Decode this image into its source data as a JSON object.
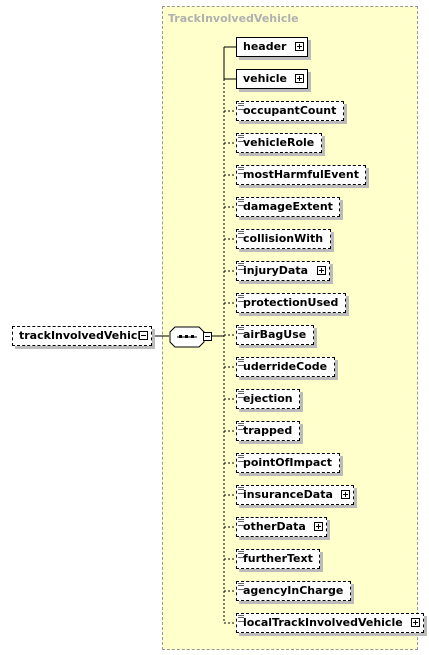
{
  "type_label": "TrackInvolvedVehicle",
  "root": {
    "label": "trackInvolvedVehicle",
    "expanded": true
  },
  "sequence": {
    "kind": "sequence",
    "expanded": true
  },
  "children": [
    {
      "label": "header",
      "required": true,
      "documented": false,
      "expandable": true
    },
    {
      "label": "vehicle",
      "required": true,
      "documented": false,
      "expandable": true
    },
    {
      "label": "occupantCount",
      "required": false,
      "documented": true,
      "expandable": false
    },
    {
      "label": "vehicleRole",
      "required": false,
      "documented": true,
      "expandable": false
    },
    {
      "label": "mostHarmfulEvent",
      "required": false,
      "documented": true,
      "expandable": false
    },
    {
      "label": "damageExtent",
      "required": false,
      "documented": true,
      "expandable": false
    },
    {
      "label": "collisionWith",
      "required": false,
      "documented": true,
      "expandable": false
    },
    {
      "label": "injuryData",
      "required": false,
      "documented": true,
      "expandable": true
    },
    {
      "label": "protectionUsed",
      "required": false,
      "documented": true,
      "expandable": false
    },
    {
      "label": "airBagUse",
      "required": false,
      "documented": true,
      "expandable": false
    },
    {
      "label": "uderrideCode",
      "required": false,
      "documented": true,
      "expandable": false
    },
    {
      "label": "ejection",
      "required": false,
      "documented": true,
      "expandable": false
    },
    {
      "label": "trapped",
      "required": false,
      "documented": true,
      "expandable": false
    },
    {
      "label": "pointOfImpact",
      "required": false,
      "documented": true,
      "expandable": false
    },
    {
      "label": "insuranceData",
      "required": false,
      "documented": true,
      "expandable": true
    },
    {
      "label": "otherData",
      "required": false,
      "documented": true,
      "expandable": true
    },
    {
      "label": "furtherText",
      "required": false,
      "documented": true,
      "expandable": false
    },
    {
      "label": "agencyInCharge",
      "required": false,
      "documented": true,
      "expandable": false
    },
    {
      "label": "localTrackInvolvedVehicle",
      "required": false,
      "documented": true,
      "expandable": true
    }
  ]
}
